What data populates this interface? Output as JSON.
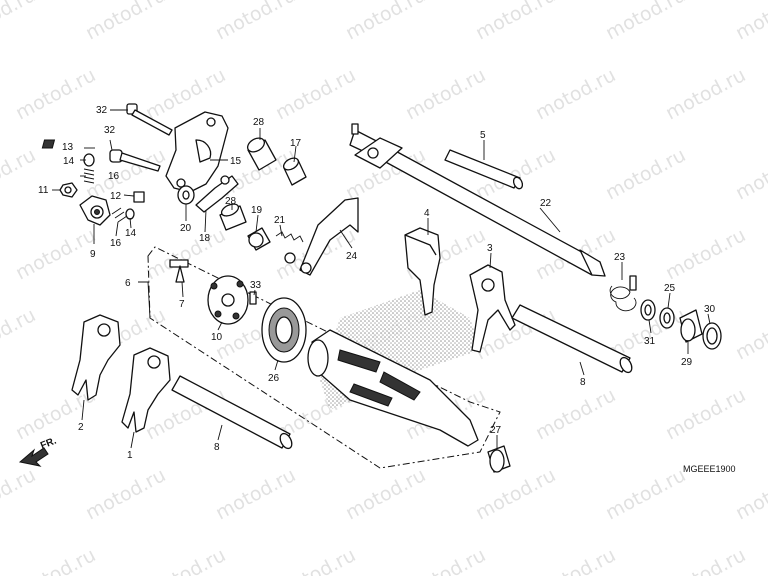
{
  "diagram": {
    "code": "MGEEE1900",
    "front_marker": "FR.",
    "watermark": "motod.ru"
  },
  "callouts": {
    "c1": "1",
    "c2": "2",
    "c3": "3",
    "c4": "4",
    "c5": "5",
    "c6": "6",
    "c7": "7",
    "c8a": "8",
    "c8b": "8",
    "c9": "9",
    "c10": "10",
    "c11": "11",
    "c12": "12",
    "c13": "13",
    "c14a": "14",
    "c14b": "14",
    "c15": "15",
    "c16a": "16",
    "c16b": "16",
    "c17": "17",
    "c18": "18",
    "c19": "19",
    "c20": "20",
    "c21": "21",
    "c22": "22",
    "c23": "23",
    "c24": "24",
    "c25": "25",
    "c26": "26",
    "c27": "27",
    "c28a": "28",
    "c28b": "28",
    "c29": "29",
    "c30": "30",
    "c31": "31",
    "c32a": "32",
    "c32b": "32",
    "c33": "33"
  }
}
